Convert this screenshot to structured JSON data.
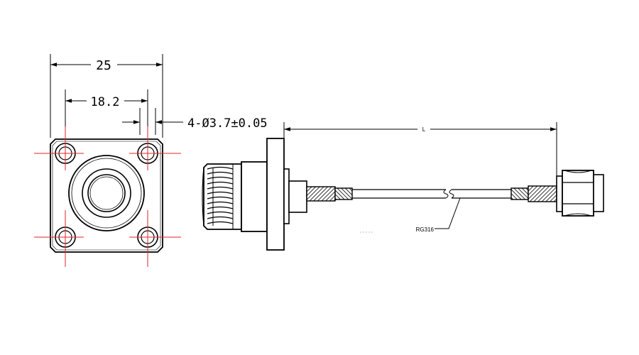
{
  "front_view": {
    "overall_width": "25",
    "hole_spacing": "18.2",
    "hole_callout": "4-Ø3.7±0.05",
    "centerline_color": "#e0262a"
  },
  "side_view": {
    "length_label": "L",
    "cable_label": "RG316"
  },
  "colors": {
    "line": "#000000",
    "background": "#ffffff"
  }
}
